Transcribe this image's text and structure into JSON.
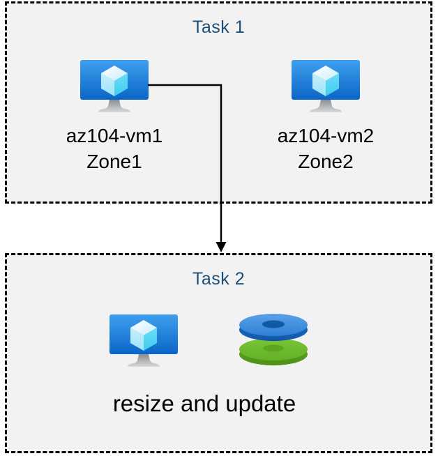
{
  "diagram": {
    "task1": {
      "title": "Task 1",
      "vms": [
        {
          "name": "az104-vm1",
          "zone": "Zone1"
        },
        {
          "name": "az104-vm2",
          "zone": "Zone2"
        }
      ]
    },
    "task2": {
      "title": "Task 2",
      "caption": "resize and update"
    },
    "icons": {
      "vm": "azure-virtual-machine-icon",
      "disks": "azure-disks-icon",
      "arrow": "down-arrow-connector"
    },
    "colors": {
      "title_text": "#1b4e79",
      "label_text": "#000000",
      "box_background": "#f2f2f2",
      "box_border": "#000000",
      "vm_screen_top": "#3ea0ee",
      "vm_screen_bottom": "#0b65c7",
      "cube_right_face": "#55d5f4",
      "disk_blue_top": "#3f8edd",
      "disk_blue_rim": "#1565c4",
      "disk_blue_hole": "#0f59a6",
      "disk_green_top": "#6fbe2e",
      "disk_green_rim": "#55991c",
      "arrow": "#000000"
    }
  }
}
